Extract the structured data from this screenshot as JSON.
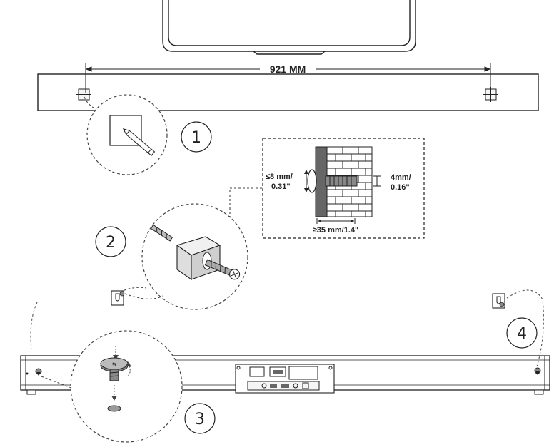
{
  "diagram": {
    "spacing_label": "921 MM",
    "detail": {
      "head_dim": "≤8 mm/\n0.31\"",
      "shank_dim": "4mm/\n0.16\"",
      "depth_dim": "≥35 mm/1.4\""
    },
    "steps": [
      "1",
      "2",
      "3",
      "4"
    ]
  }
}
